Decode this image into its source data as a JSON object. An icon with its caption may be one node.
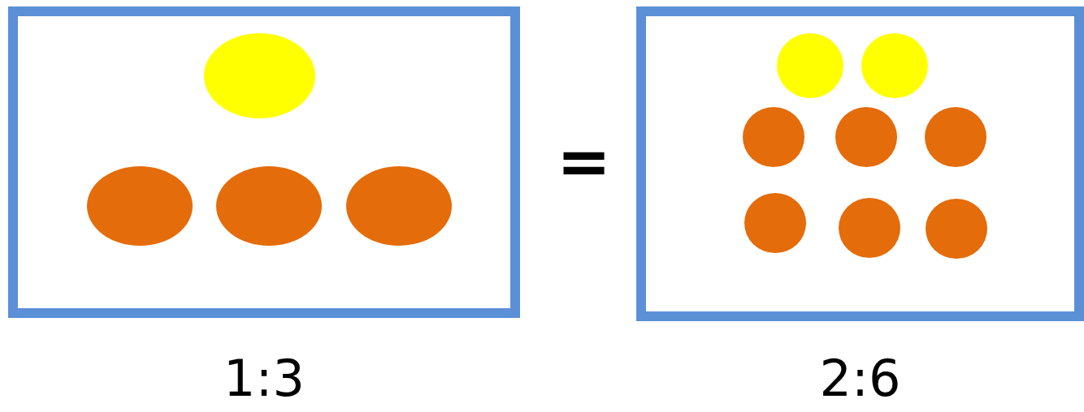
{
  "diagram": {
    "nodes": [
      {
        "text": [],
        "shape": "box",
        "beside": [
          "1:3"
        ]
      },
      {
        "text": [],
        "shape": "ellipse",
        "in": 0
      },
      {
        "text": [],
        "shape": "ellipse",
        "in": 0
      },
      {
        "text": [],
        "shape": "ellipse",
        "in": 0
      },
      {
        "text": [],
        "shape": "ellipse",
        "in": 0
      },
      {
        "text": [],
        "shape": "box",
        "beside": [
          "2:6"
        ]
      },
      {
        "text": [],
        "shape": "circle",
        "in": 5
      },
      {
        "text": [],
        "shape": "circle",
        "in": 5
      },
      {
        "text": [],
        "shape": "circle",
        "in": 5
      },
      {
        "text": [],
        "shape": "circle",
        "in": 5
      },
      {
        "text": [],
        "shape": "circle",
        "in": 5
      },
      {
        "text": [],
        "shape": "circle",
        "in": 5
      },
      {
        "text": [],
        "shape": "circle",
        "in": 5
      },
      {
        "text": [],
        "shape": "circle",
        "in": 5
      }
    ],
    "labels": [
      "="
    ]
  }
}
